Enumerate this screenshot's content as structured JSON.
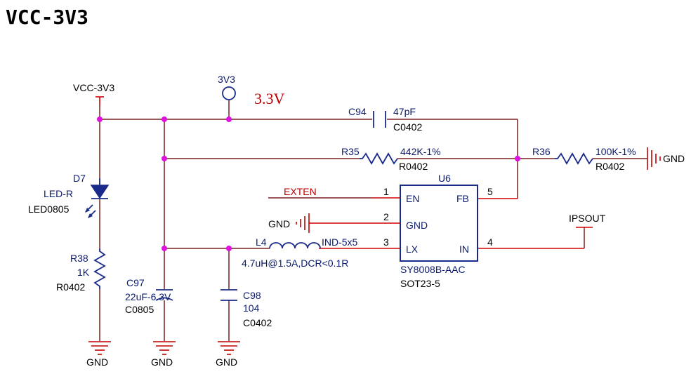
{
  "title": "VCC-3V3",
  "rail": {
    "label": "VCC-3V3",
    "port": "3V3",
    "note": "3.3V"
  },
  "led": {
    "ref": "D7",
    "value": "LED-R",
    "footprint": "LED0805"
  },
  "r38": {
    "ref": "R38",
    "value": "1K",
    "footprint": "R0402"
  },
  "c97": {
    "ref": "C97",
    "value": "22uF-6.3V",
    "footprint": "C0805"
  },
  "c98": {
    "ref": "C98",
    "value": "104",
    "footprint": "C0402"
  },
  "c94": {
    "ref": "C94",
    "value": "47pF",
    "footprint": "C0402"
  },
  "r35": {
    "ref": "R35",
    "value": "442K-1%",
    "footprint": "R0402"
  },
  "r36": {
    "ref": "R36",
    "value": "100K-1%",
    "footprint": "R0402"
  },
  "l4": {
    "ref": "L4",
    "value": "IND-5x5",
    "spec": "4.7uH@1.5A,DCR<0.1R"
  },
  "u6": {
    "ref": "U6",
    "part": "SY8008B-AAC",
    "package": "SOT23-5",
    "pins": [
      {
        "num": "1",
        "name": "EN"
      },
      {
        "num": "2",
        "name": "GND"
      },
      {
        "num": "3",
        "name": "LX"
      },
      {
        "num": "4",
        "name": "IN"
      },
      {
        "num": "5",
        "name": "FB"
      }
    ]
  },
  "nets": {
    "exten": "EXTEN",
    "ipsout": "IPSOUT",
    "gnd": "GND"
  }
}
